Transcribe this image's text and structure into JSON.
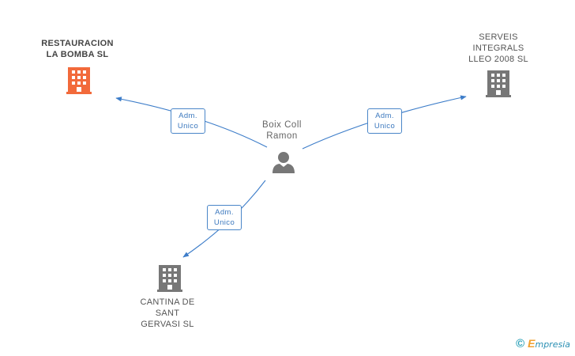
{
  "person": {
    "name_line1": "Boix Coll",
    "name_line2": "Ramon",
    "color": "#777777"
  },
  "companies": {
    "restauracion": {
      "line1": "RESTAURACION",
      "line2": "LA BOMBA SL",
      "color": "#f26a3b",
      "highlighted": true
    },
    "serveis": {
      "line1": "SERVEIS",
      "line2": "INTEGRALS",
      "line3": "LLEO 2008 SL",
      "color": "#777777"
    },
    "cantina": {
      "line1": "CANTINA DE",
      "line2": "SANT",
      "line3": "GERVASI  SL",
      "color": "#777777"
    }
  },
  "edges": {
    "to_restauracion": {
      "line1": "Adm.",
      "line2": "Unico"
    },
    "to_serveis": {
      "line1": "Adm.",
      "line2": "Unico"
    },
    "to_cantina": {
      "line1": "Adm.",
      "line2": "Unico"
    }
  },
  "edge_color": "#3d7dc9",
  "footer": {
    "copyright_symbol": "©",
    "brand_initial": "E",
    "brand_rest": "mpresia"
  }
}
